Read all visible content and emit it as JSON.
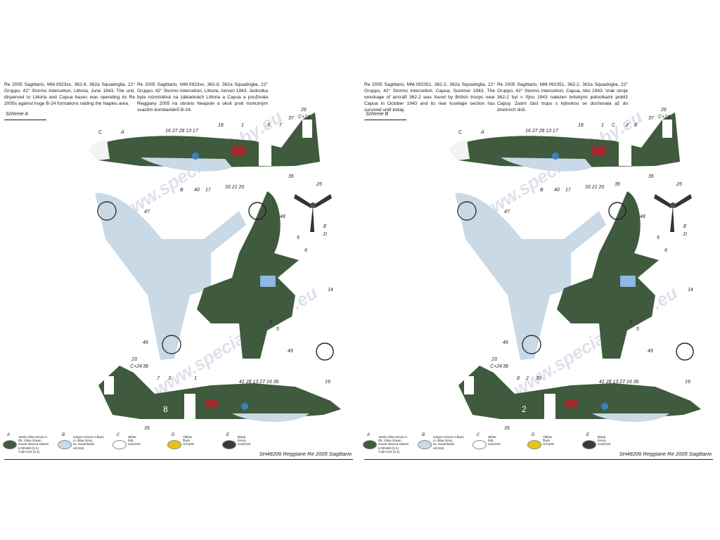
{
  "watermark": "www.specialhobby.eu",
  "sheets": [
    {
      "id": "left",
      "desc_en": "Re 2005 Sagittario, MM.0923xx, 362-8, 362a Squadriglia, 22° Gruppo, 42° Stormo Intercettori, Littoria, June 1943. The unit, dispersed to Littoria and Capua bases was operating its Re 2005s against huge B-24 formations raiding the Naples area.",
      "desc_cz": "Re 2005 Sagittario, MM.0923xx, 362-8, 362a Squadriglia, 22° Gruppo, 42° Stormo Intercettori, Littoria, červen 1943. Jednotka byla rozmístěná na základnách Littoria a Capua a používala Reggiany 2005 na obranu Neapole a okolí proti mohutným svazům bombardérů B-24.",
      "scheme": "Scheme A",
      "fuselage_code": "8",
      "tail_code": "26\nC+24"
    },
    {
      "id": "right",
      "desc_en": "Re 2005 Sagittario, MM.092351, 362-2, 362a Squadriglia, 22° Gruppo, 42° Stormo Intercettori, Capua, Summer 1943. The wreckage of aircraft 362-2 was found by British troops near Capua in October 1943 and its rear fuselage section has survived until today.",
      "desc_cz": "Re 2005 Sagittario, MM.092351, 362-2, 362a Squadriglia, 22° Gruppo, 42° Stormo Intercettori, Capua, léto 1943. Vrak stroje 362-2 byl v říjnu 1943 nalezen britskými jednotkami poblíž Capuy. Zadní část trupu s kýlovkou se dochovala až do dnešních dnů.",
      "scheme": "Scheme B",
      "fuselage_code": "2",
      "tail_code": "26\nC+24"
    }
  ],
  "legend": [
    {
      "letter": "A",
      "text": "Verde Oliva Scuro 2\nDk. Olive Green\ntmavě olivová zelená\nH78/H80 (2:1)\nC38+C16 (2:1)",
      "color": "#3f5a3c"
    },
    {
      "letter": "B",
      "text": "Grigio Azzurro Chiaro\nLt. Blue Grey\nsv. modrošedá\nH/C324",
      "color": "#c9d9e6"
    },
    {
      "letter": "C",
      "text": "White\nbílá\nH11/C62",
      "color": "#ffffff"
    },
    {
      "letter": "D",
      "text": "Yellow\nžlutá\nH/C329",
      "color": "#e8c21a"
    },
    {
      "letter": "E",
      "text": "Black\nčerná\nH12/C33",
      "color": "#3a3a3a"
    }
  ],
  "footer": "SH48206 Reggiane Re 2005 Sagittario",
  "colors": {
    "olive": "#3f5a3c",
    "light_blue": "#c9d9e6",
    "white": "#ffffff",
    "yellow": "#e8c21a",
    "red": "#b81f2a"
  }
}
